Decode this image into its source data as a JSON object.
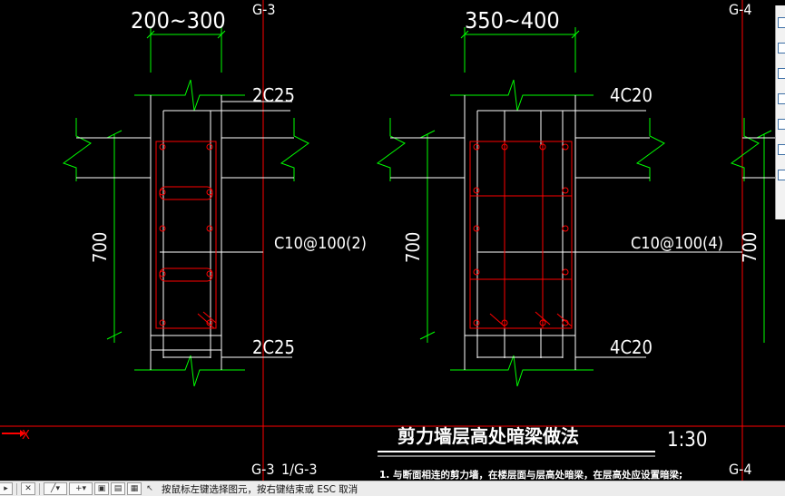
{
  "drawing": {
    "grid_labels": {
      "g3_top": "G-3",
      "g4_top": "G-4",
      "g3_bottom": "G-3",
      "g3_sub": "1/G-3",
      "g4_bottom": "G-4"
    },
    "left_detail": {
      "width_dim": "200~300",
      "height_dim": "700",
      "top_rebar": "2C25",
      "stirrup": "C10@100(2)",
      "bottom_rebar": "2C25"
    },
    "right_detail": {
      "width_dim": "350~400",
      "height_dim": "700",
      "top_rebar": "4C20",
      "stirrup": "C10@100(4)",
      "bottom_rebar": "4C20"
    },
    "right_partial": {
      "height_dim": "700"
    },
    "title": "剪力墙层高处暗梁做法",
    "scale": "1:30",
    "note": "1. 与断面相连的剪力墙，在楼层面与层高处暗梁，在层高处应设置暗梁;",
    "axis_x_label": "X"
  },
  "colors": {
    "background": "#000000",
    "dimension": "#00ff00",
    "concrete": "#ffffff",
    "rebar": "#ff0000",
    "grid_axis": "#ff0000"
  },
  "statusbar": {
    "tools": [
      "arrow-icon",
      "cross-icon",
      "line-icon",
      "plus-dropdown-icon",
      "square-icon",
      "table-icon",
      "hatch-icon",
      "cursor-icon"
    ],
    "hint": "按鼠标左键选择图元，按右键结束或 ESC 取消"
  },
  "side_toolbar": {
    "tools": [
      "view-icon",
      "layer-icon",
      "copy-icon",
      "panel-icon",
      "frame-icon",
      "refresh-icon",
      "list-icon"
    ]
  }
}
